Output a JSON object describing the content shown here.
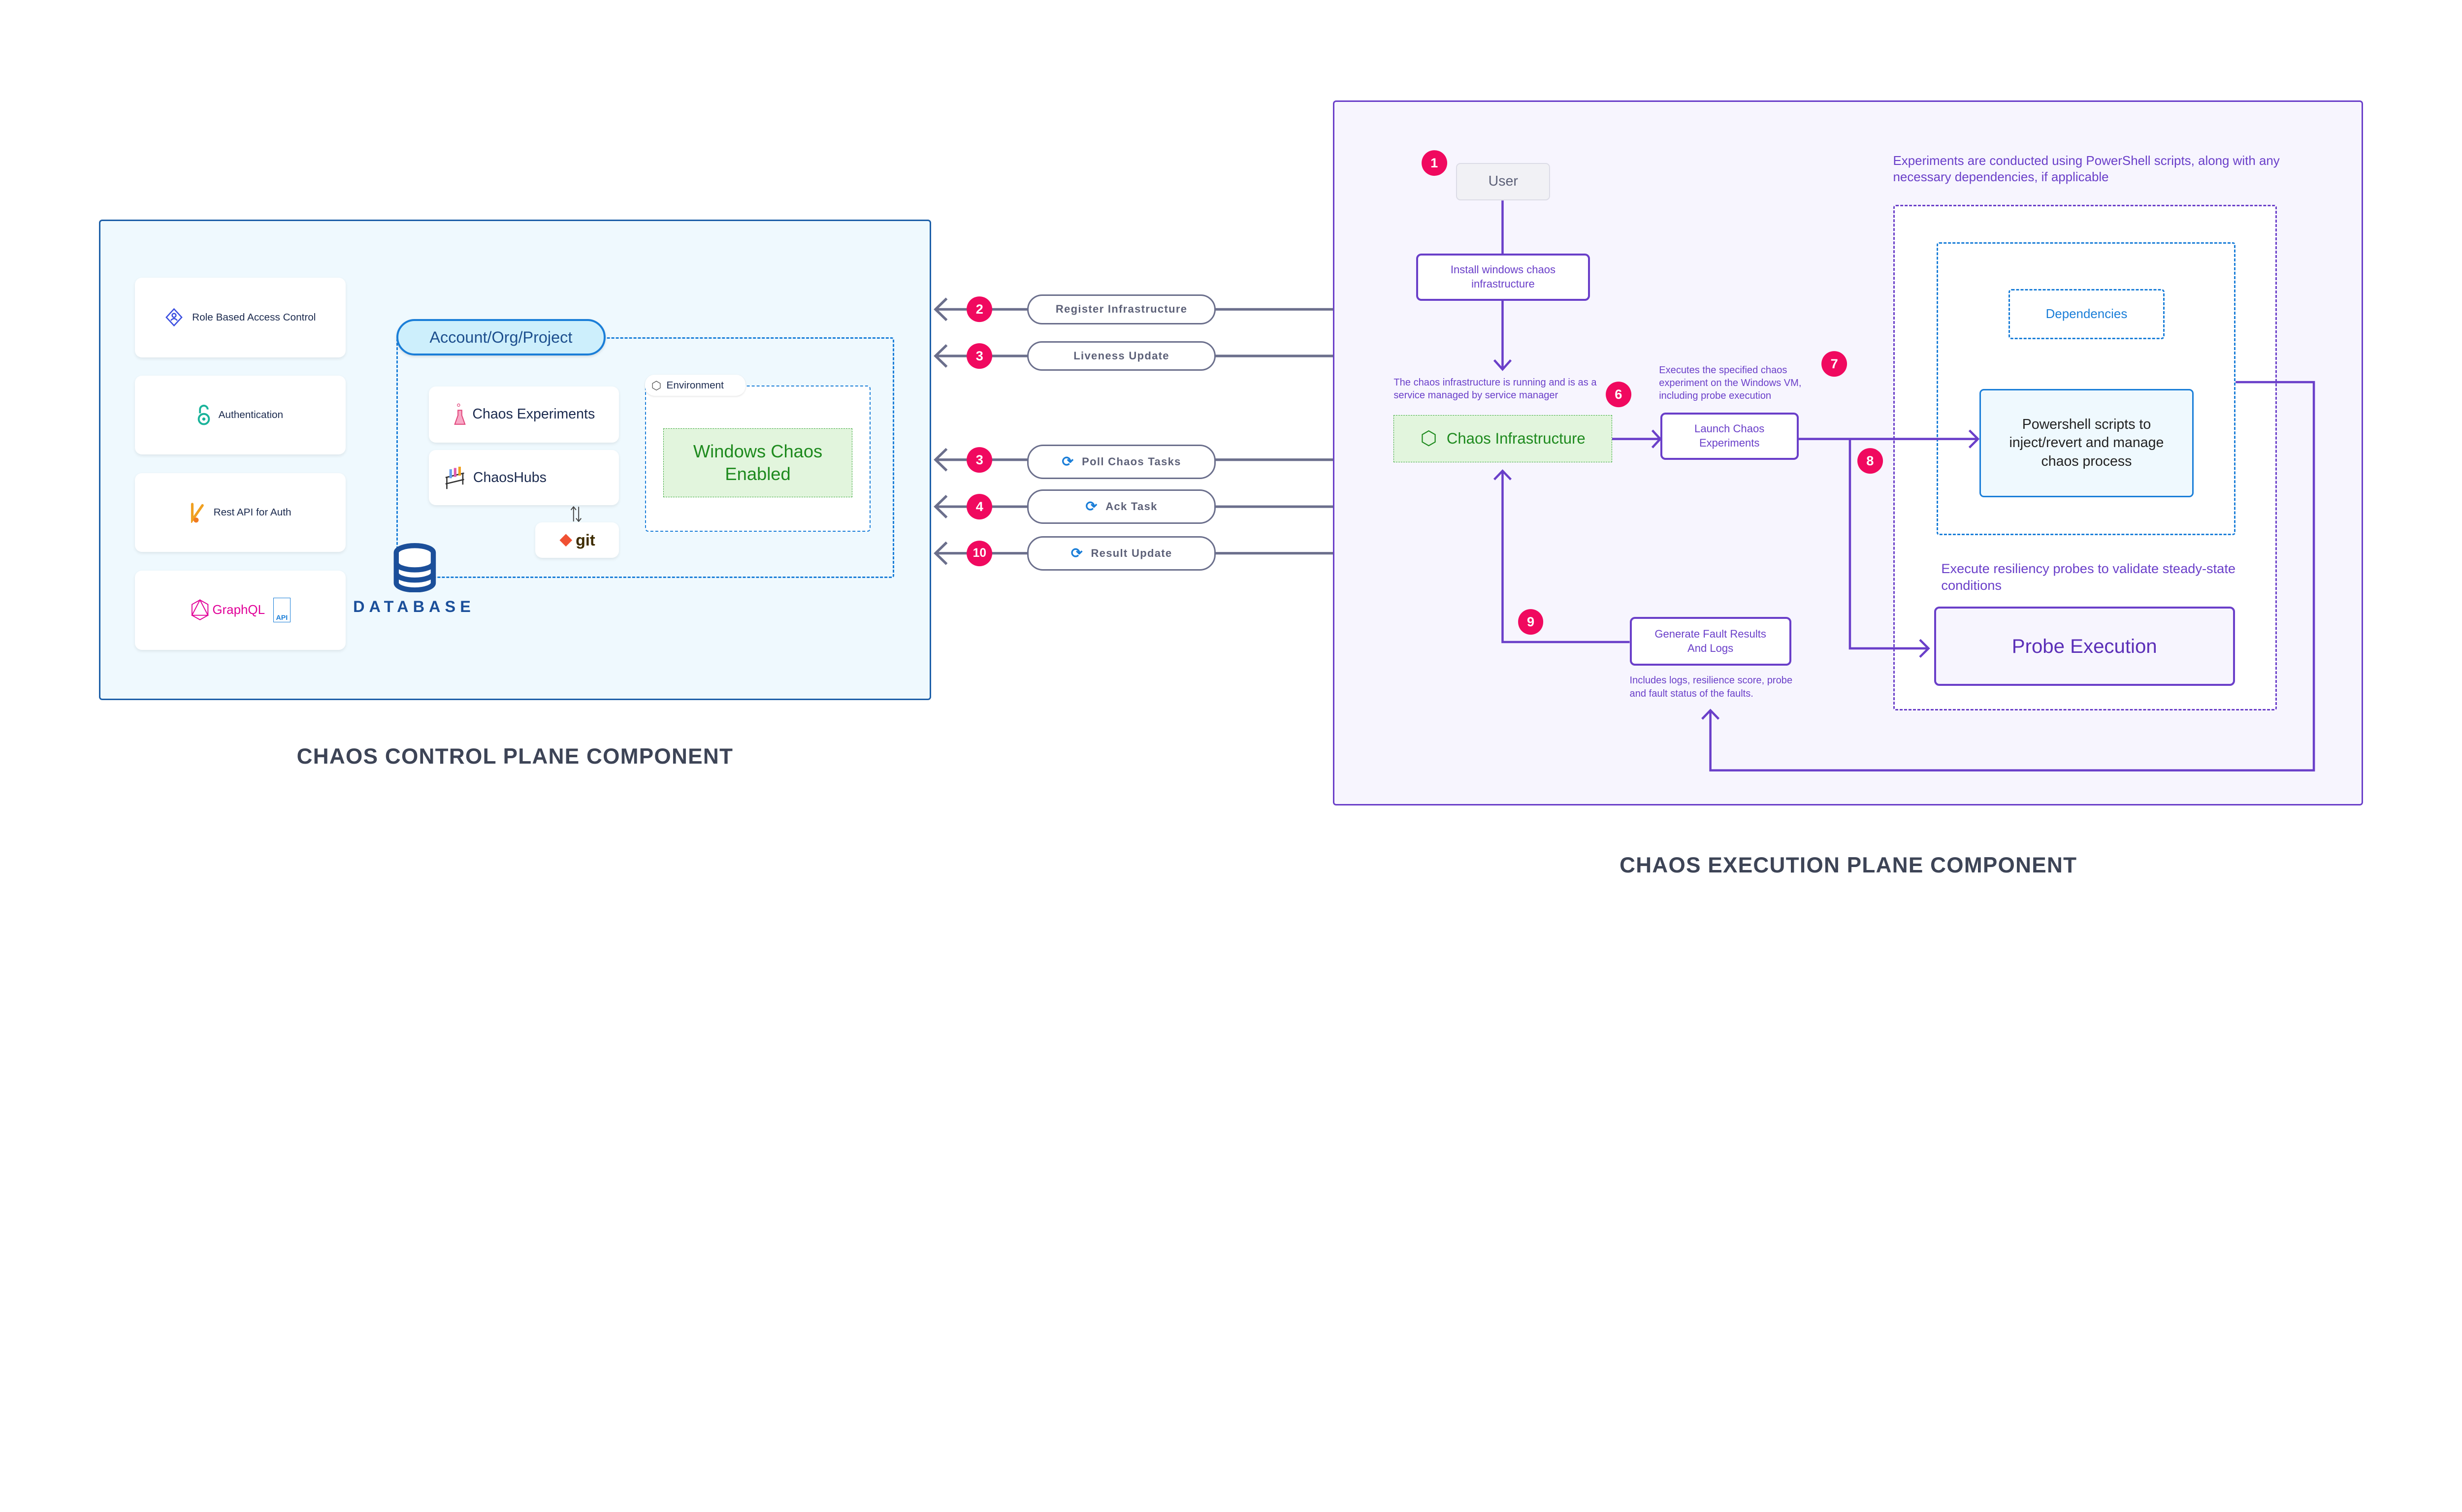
{
  "control_plane": {
    "label": "CHAOS CONTROL PLANE COMPONENT",
    "features": [
      {
        "label": "Role Based Access Control",
        "icon": "rbac-icon"
      },
      {
        "label": "Authentication",
        "icon": "open-lock-icon"
      },
      {
        "label": "Rest API for Auth",
        "icon": "api-branch-icon"
      },
      {
        "label": "GraphQL",
        "icon": "graphql-icon",
        "extra": "API"
      }
    ],
    "scope": "Account/Org/Project",
    "modules": [
      "Chaos Experiments",
      "ChaosHubs"
    ],
    "git": "git",
    "environment": "Environment",
    "windows_chaos": "Windows Chaos Enabled",
    "database": "DATABASE"
  },
  "messages": [
    {
      "step": "2",
      "label": "Register Infrastructure",
      "sync": false
    },
    {
      "step": "3",
      "label": "Liveness Update",
      "sync": false
    },
    {
      "step": "3",
      "label": "Poll Chaos Tasks",
      "sync": true
    },
    {
      "step": "4",
      "label": "Ack Task",
      "sync": true
    },
    {
      "step": "10",
      "label": "Result Update",
      "sync": true
    }
  ],
  "execution_plane": {
    "label": "CHAOS EXECUTION PLANE COMPONENT",
    "user": "User",
    "install": "Install windows chaos infrastructure",
    "infra_note": "The chaos infrastructure is running and is as a service managed by service manager",
    "infra": "Chaos Infrastructure",
    "launch_note": "Executes the specified chaos experiment on the Windows VM, including probe execution",
    "launch": "Launch Chaos Experiments",
    "scripts_note": "Experiments are conducted using PowerShell scripts, along with any necessary dependencies, if applicable",
    "dependencies": "Dependencies",
    "powershell": "Powershell scripts to inject/revert and manage chaos process",
    "probe_note": "Execute resiliency probes to validate steady-state conditions",
    "probe": "Probe Execution",
    "generate": "Generate Fault Results And Logs",
    "generate_note": "Includes logs, resilience score, probe and fault status of the faults.",
    "badges": {
      "user": "1",
      "infra": "6",
      "launch": "7",
      "probe": "8",
      "results": "9"
    }
  },
  "colors": {
    "badge": "#f0095f",
    "purple": "#6a3fc9",
    "blue": "#1d5fa8",
    "green": "#1e8a1e"
  }
}
